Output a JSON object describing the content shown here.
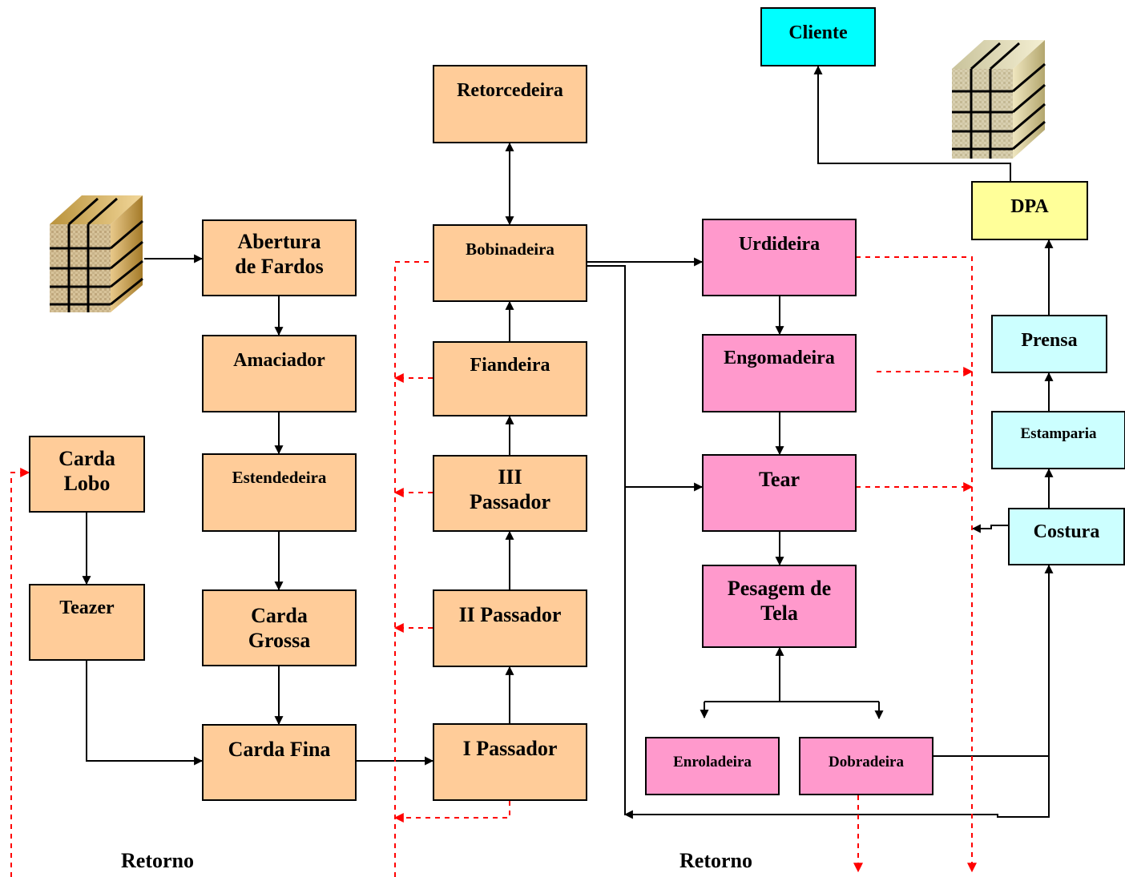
{
  "process": {
    "abertura": "Abertura\nde Fardos",
    "amaciador": "Amaciador",
    "estendedeira": "Estendedeira",
    "carda_grossa": "Carda\nGrossa",
    "carda_fina": "Carda Fina",
    "carda_lobo": "Carda\nLobo",
    "teazer": "Teazer",
    "retorcedeira": "Retorcedeira",
    "bobinadeira": "Bobinadeira",
    "fiandeira": "Fiandeira",
    "iii_passador": "III\nPassador",
    "ii_passador": "II Passador",
    "i_passador": "I Passador",
    "urdideira": "Urdideira",
    "engomadeira": "Engomadeira",
    "tear": "Tear",
    "pesagem": "Pesagem de\nTela",
    "enroladeira": "Enroladeira",
    "dobradeira": "Dobradeira",
    "cliente": "Cliente",
    "dpa": "DPA",
    "prensa": "Prensa",
    "estamparia": "Estamparia",
    "costura": "Costura"
  },
  "labels": {
    "retorno_left": "Retorno",
    "retorno_right": "Retorno"
  },
  "colors": {
    "spinning": "#ffcc99",
    "weaving": "#ff99cc",
    "client": "#00ffff",
    "finishing": "#ccffff",
    "dpa": "#ffff99",
    "flow_arrow": "#000000",
    "return_arrow": "#ff0000"
  },
  "icons": [
    "cotton-bale-icon",
    "fabric-bale-icon"
  ]
}
